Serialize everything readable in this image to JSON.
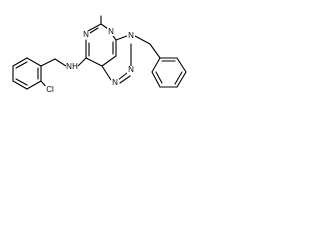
{
  "molecule": {
    "atoms": {
      "n_pyr_top": "N",
      "n_pyr_left": "N",
      "n_triazole_top": "N",
      "n_triazole_right": "N",
      "n_triazole_bottom": "N",
      "n_amine": "N",
      "h_amine": "H",
      "cl": "Cl"
    }
  }
}
